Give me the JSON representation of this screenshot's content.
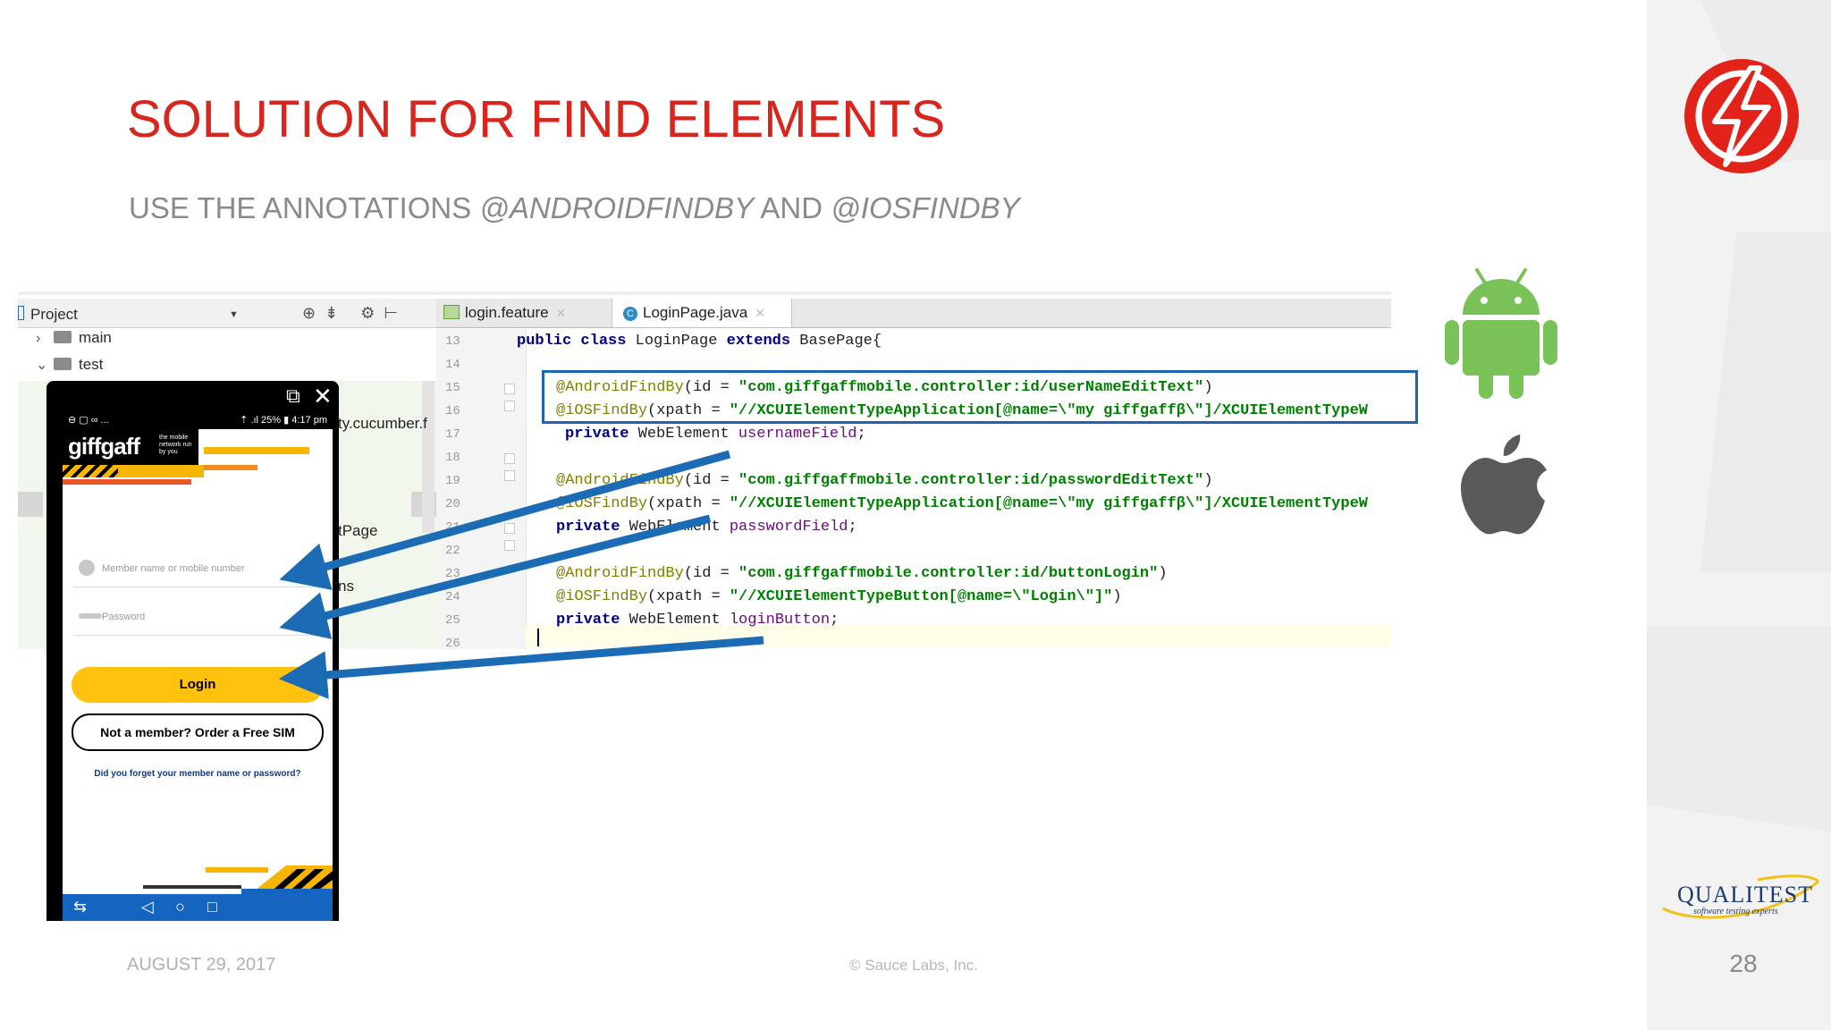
{
  "slide": {
    "title": "SOLUTION FOR FIND ELEMENTS",
    "subtitle_prefix": "USE THE ANNOTATIONS ",
    "subtitle_ann1": "@ANDROIDFINDBY",
    "subtitle_mid": " AND ",
    "subtitle_ann2": "@IOSFINDBY",
    "date": "AUGUST 29, 2017",
    "copyright": "© Sauce Labs, Inc.",
    "page_number": "28",
    "qualitest_name": "QUALITEST",
    "qualitest_tagline": "software testing experts"
  },
  "colors": {
    "title_red": "#d7261e",
    "highlight_blue": "#1f64b0",
    "android_green": "#78c257",
    "apple_grey": "#5a5a5a"
  },
  "ide": {
    "project_label": "Project",
    "tree": [
      "main",
      "test"
    ],
    "peek_texts": [
      "ty.cucumber.f",
      "tPage",
      "ns"
    ],
    "tabs": [
      {
        "label": "login.feature"
      },
      {
        "label": "LoginPage.java",
        "icon_letter": "C"
      }
    ],
    "line_numbers": [
      "13",
      "14",
      "15",
      "16",
      "17",
      "18",
      "19",
      "20",
      "21",
      "22",
      "23",
      "24",
      "25",
      "26"
    ],
    "code": {
      "l13_kw1": "public class",
      "l13_rest": " LoginPage ",
      "l13_kw2": "extends",
      "l13_end": " BasePage{",
      "l15_ann": "@AndroidFindBy",
      "l15_mid": "(id = ",
      "l15_str": "\"com.giffgaffmobile.controller:id/userNameEditText\"",
      "l15_end": ")",
      "l16_ann": "@iOSFindBy",
      "l16_mid": "(xpath = ",
      "l16_str": "\"//XCUIElementTypeApplication[@name=\\\"my giffgaffβ\\\"]/XCUIElementTypeW",
      "l17_kw": "private",
      "l17_rest": " WebElement ",
      "l17_fld": "usernameField",
      "l17_end": ";",
      "l19_ann": "@AndroidFindBy",
      "l19_mid": "(id = ",
      "l19_str": "\"com.giffgaffmobile.controller:id/passwordEditText\"",
      "l19_end": ")",
      "l20_ann": "@iOSFindBy",
      "l20_mid": "(xpath = ",
      "l20_str": "\"//XCUIElementTypeApplication[@name=\\\"my giffgaffβ\\\"]/XCUIElementTypeW",
      "l21_kw": "private",
      "l21_rest": " WebElement ",
      "l21_fld": "passwordField",
      "l21_end": ";",
      "l23_ann": "@AndroidFindBy",
      "l23_mid": "(id = ",
      "l23_str": "\"com.giffgaffmobile.controller:id/buttonLogin\"",
      "l23_end": ")",
      "l24_ann": "@iOSFindBy",
      "l24_mid": "(xpath = ",
      "l24_str": "\"//XCUIElementTypeButton[@name=\\\"Login\\\"]\"",
      "l24_end": ")",
      "l25_kw": "private",
      "l25_rest": " WebElement ",
      "l25_fld": "loginButton",
      "l25_end": ";"
    }
  },
  "phone": {
    "status_left": "⊖ ▢ ∞ ...",
    "status_right": "⇡ .ıl 25% ▮ 4:17 pm",
    "brand": "giffgaff",
    "brand_tagline": "the mobile network run by you",
    "username_placeholder": "Member name or mobile number",
    "password_placeholder": "Password",
    "login_label": "Login",
    "member_label": "Not a member? Order a Free SIM",
    "forgot_label": "Did you forget your member name or password?"
  }
}
